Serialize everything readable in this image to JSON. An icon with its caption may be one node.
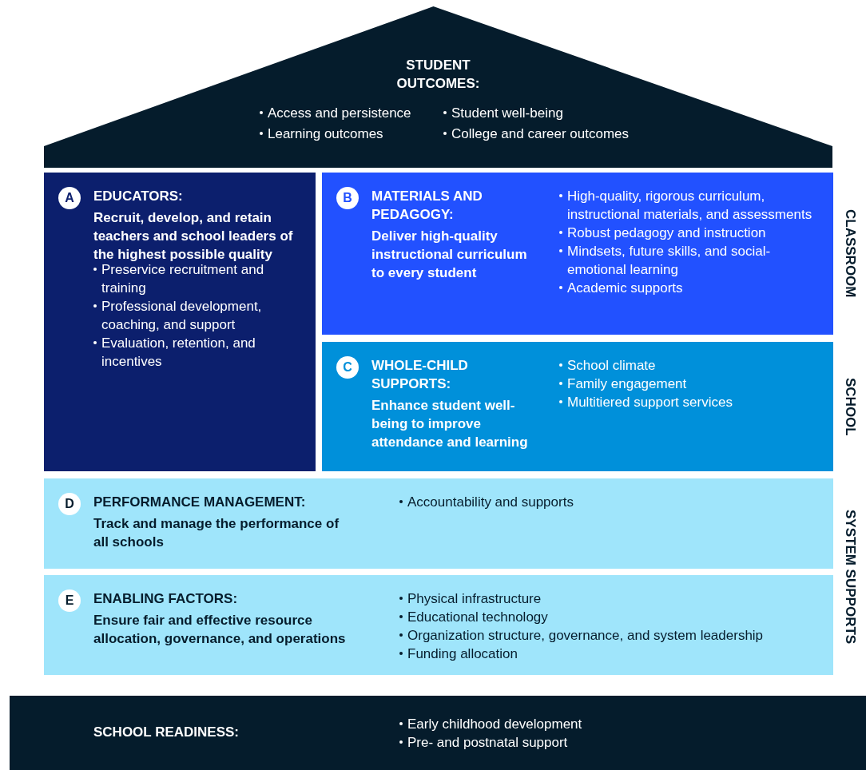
{
  "diagram": {
    "nodes": [
      {
        "text": [
          "STUDENT OUTCOMES:",
          "Access and persistence",
          "Student well-being",
          "Learning outcomes",
          "College and career outcomes"
        ]
      },
      {
        "text": [
          "EDUCATORS:",
          "Recruit, develop, and retain teachers and school leaders of the highest possible quality",
          "Preservice recruitment and training",
          "Professional development, coaching, and support",
          "Evaluation, retention, and incentives"
        ]
      },
      {
        "text": [
          "A"
        ],
        "in": 1
      },
      {
        "text": [
          "MATERIALS AND PEDAGOGY:",
          "Deliver high-quality instructional curriculum to every student",
          "High-quality, rigorous curriculum, instructional materials, and assessments",
          "Robust pedagogy and instruction",
          "Mindsets, future skills, and social-emotional learning",
          "Academic supports"
        ]
      },
      {
        "text": [
          "B"
        ],
        "in": 3
      },
      {
        "text": [
          "WHOLE-CHILD SUPPORTS:",
          "Enhance student well-being to improve attendance and learning",
          "School climate",
          "Family engagement",
          "Multitiered support services"
        ]
      },
      {
        "text": [
          "C"
        ],
        "in": 5
      },
      {
        "text": [
          "PERFORMANCE MANAGEMENT:",
          "Track and manage the performance of all schools",
          "Accountability and supports"
        ]
      },
      {
        "text": [
          "D"
        ],
        "in": 7
      },
      {
        "text": [
          "ENABLING FACTORS:",
          "Ensure fair and effective resource allocation, governance, and operations",
          "Physical infrastructure",
          "Educational technology",
          "Organization structure, governance, and system leadership",
          "Funding allocation"
        ]
      },
      {
        "text": [
          "E"
        ],
        "in": 9
      },
      {
        "text": [
          "SCHOOL READINESS:",
          "Early childhood development",
          "Pre- and postnatal support"
        ]
      }
    ],
    "edges": [],
    "labels": [
      "CLASSROOM",
      "SCHOOL",
      "SYSTEM SUPPORTS"
    ]
  }
}
